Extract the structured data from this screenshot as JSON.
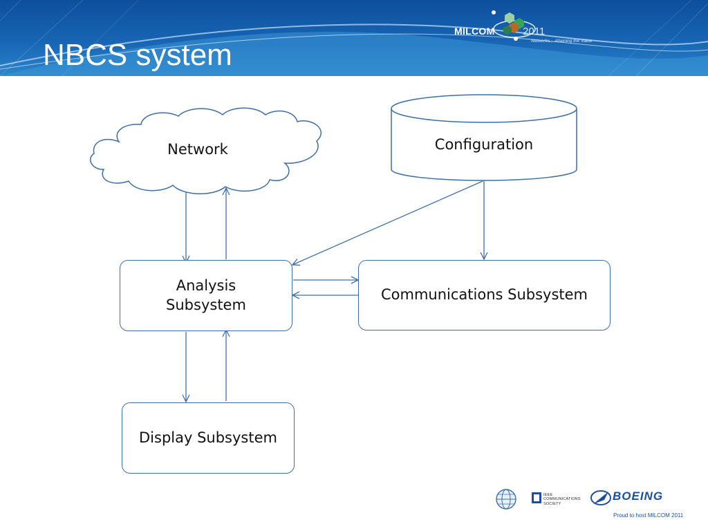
{
  "slide": {
    "title": "NBCS system"
  },
  "header_logo": {
    "word": "MILCOM",
    "year": "2011",
    "tagline": "Networks... Attaining the Value"
  },
  "diagram": {
    "nodes": {
      "network": "Network",
      "configuration": "Configuration",
      "analysis_line1": "Analysis",
      "analysis_line2": "Subsystem",
      "communications": "Communications Subsystem",
      "display": "Display Subsystem"
    },
    "edges": [
      {
        "from": "network",
        "to": "analysis"
      },
      {
        "from": "analysis",
        "to": "network"
      },
      {
        "from": "configuration",
        "to": "analysis"
      },
      {
        "from": "configuration",
        "to": "communications"
      },
      {
        "from": "analysis",
        "to": "communications"
      },
      {
        "from": "communications",
        "to": "analysis"
      },
      {
        "from": "analysis",
        "to": "display"
      },
      {
        "from": "display",
        "to": "analysis"
      }
    ],
    "colors": {
      "line": "#3a6ea8",
      "banner": "#1765b4"
    }
  },
  "footer": {
    "ieee_lines": [
      "IEEE",
      "COMMUNICATIONS",
      "SOCIETY"
    ],
    "boeing": "BOEING",
    "proud": "Proud to host MILCOM 2011"
  }
}
